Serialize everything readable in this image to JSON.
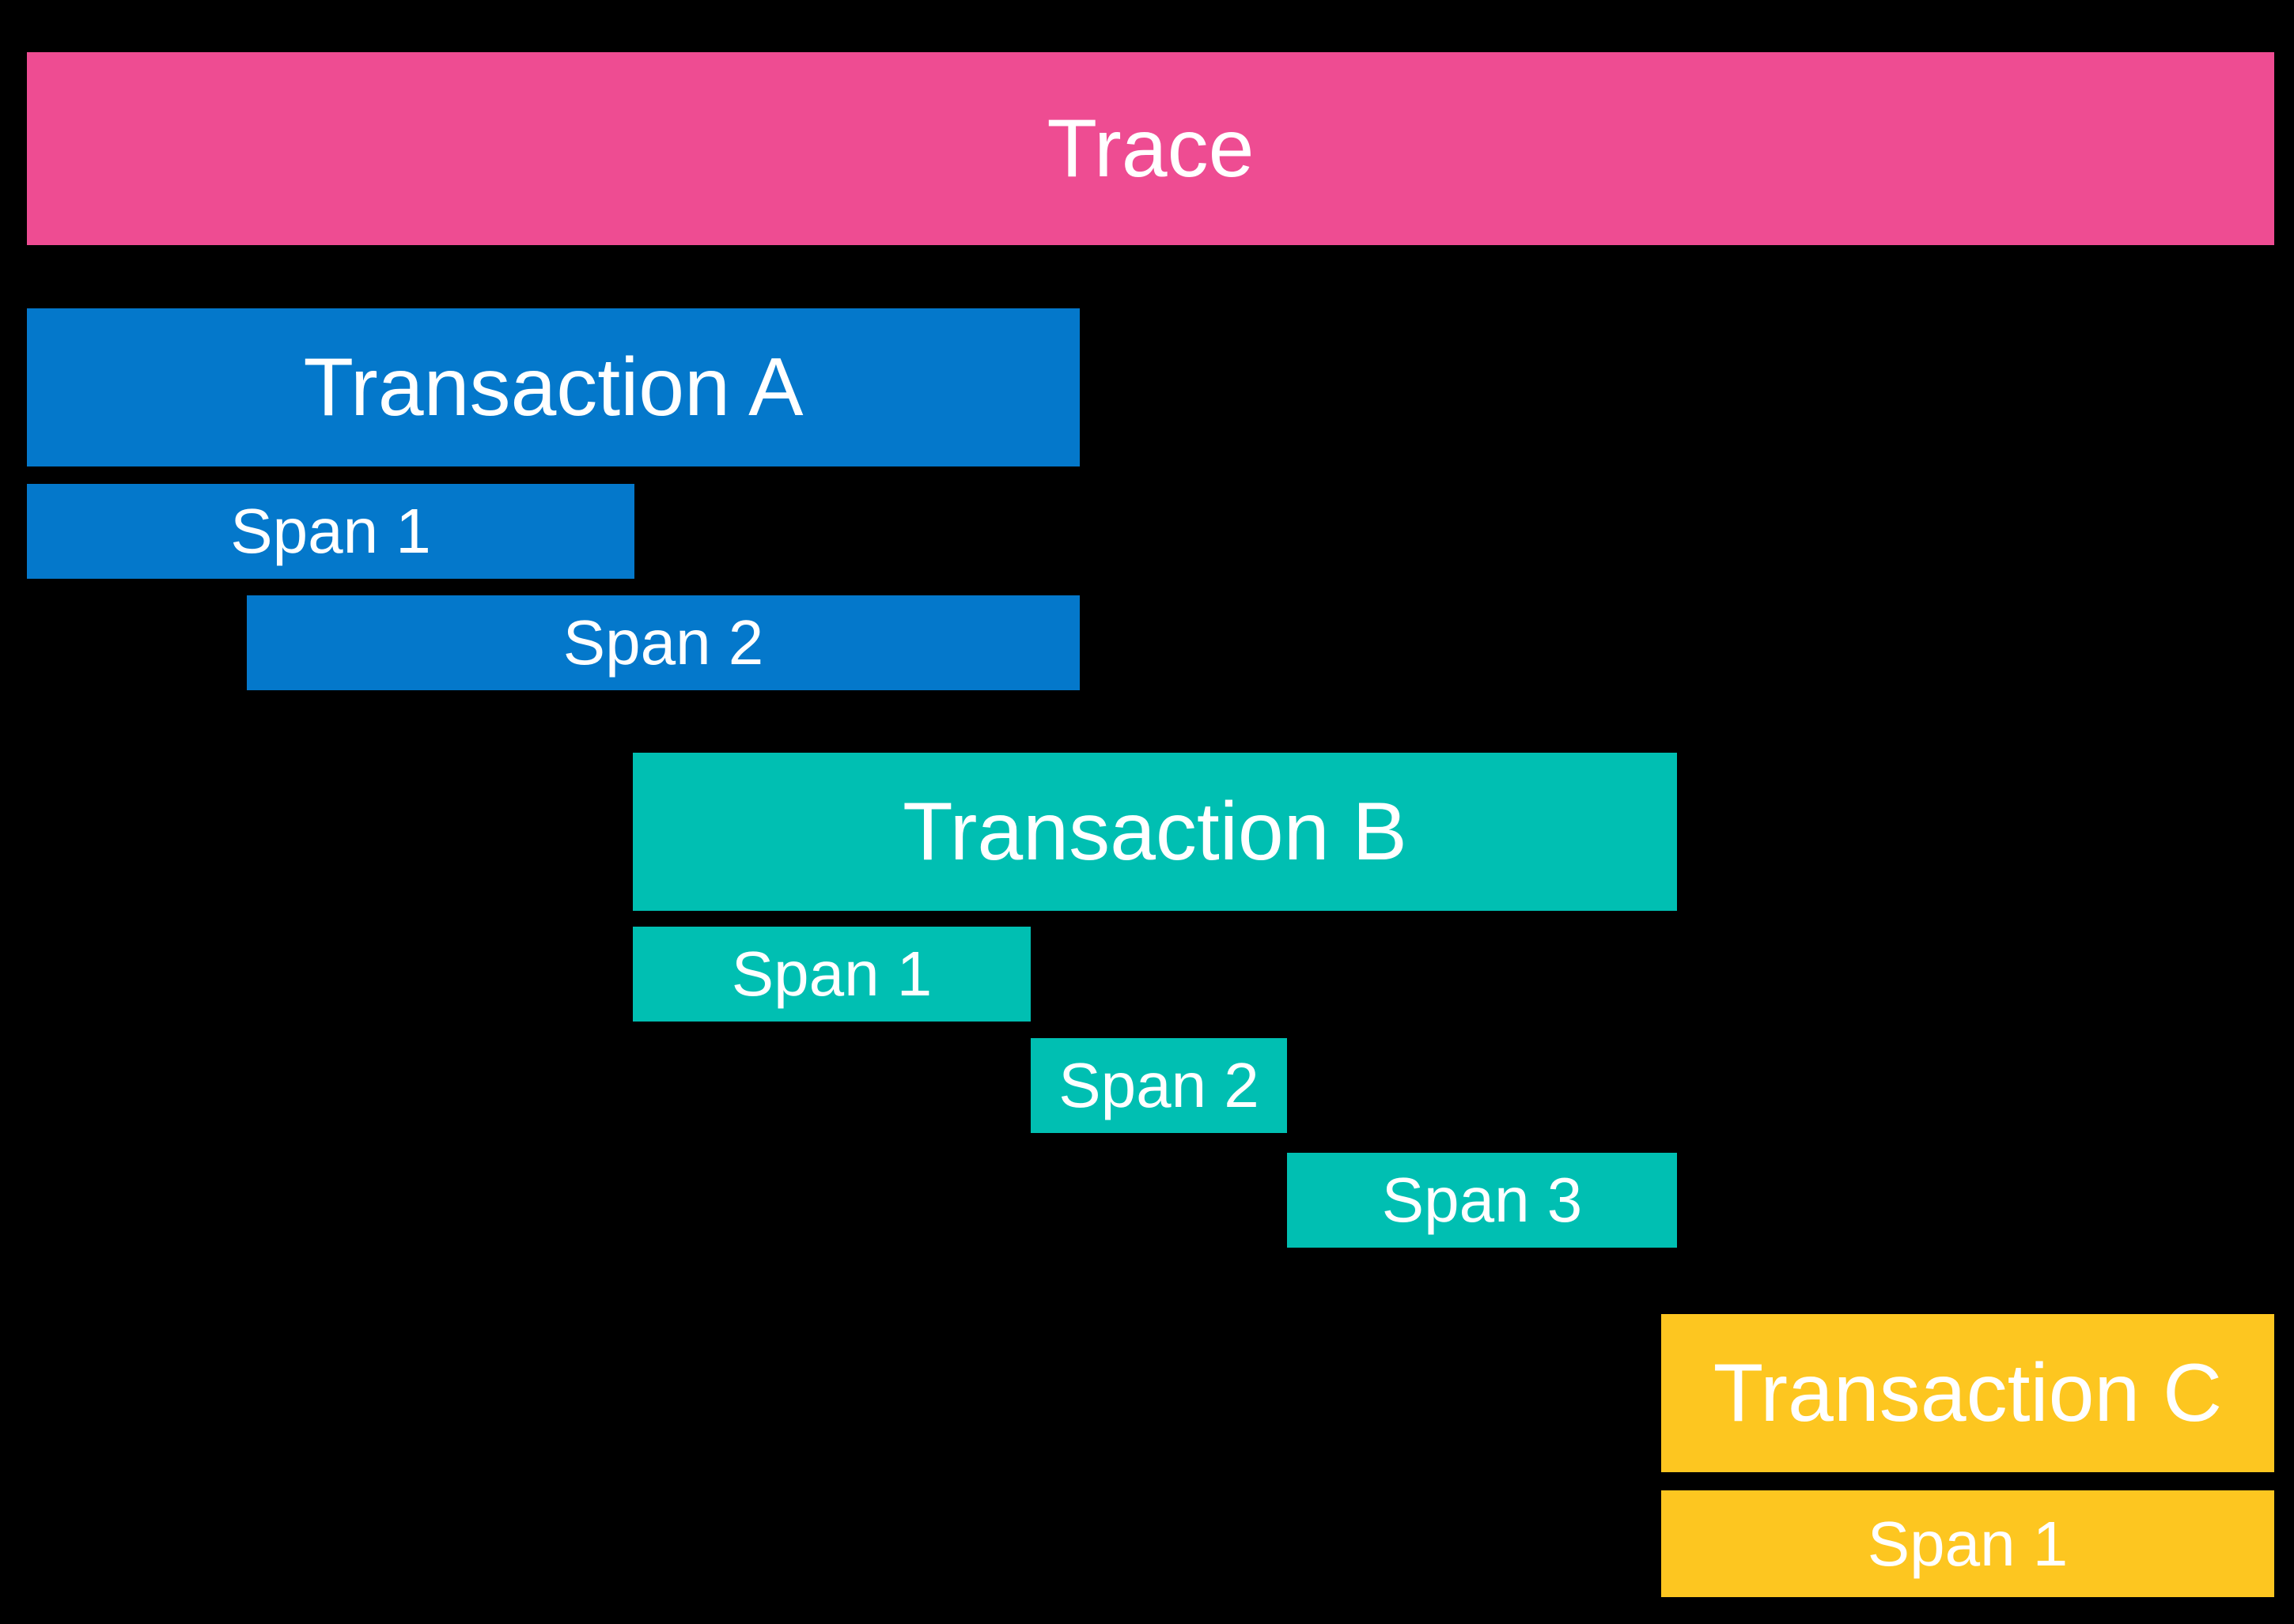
{
  "diagram": {
    "background_color": "#000000",
    "label_color": "#FFFFFF",
    "trace": {
      "label": "Trace",
      "color": "#EE4C92"
    },
    "transactions": [
      {
        "label": "Transaction A",
        "color": "#0478CB",
        "spans": [
          {
            "label": "Span 1"
          },
          {
            "label": "Span 2"
          }
        ]
      },
      {
        "label": "Transaction B",
        "color": "#00BFB2",
        "spans": [
          {
            "label": "Span 1"
          },
          {
            "label": "Span 2"
          },
          {
            "label": "Span 3"
          }
        ]
      },
      {
        "label": "Transaction C",
        "color": "#FDC620",
        "spans": [
          {
            "label": "Span 1"
          }
        ]
      }
    ]
  }
}
